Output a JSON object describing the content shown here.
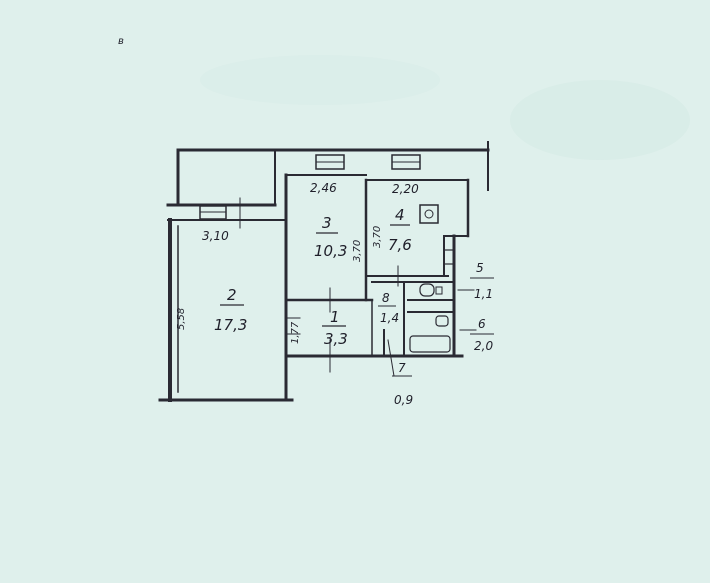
{
  "colors": {
    "paper": "#dff0ec",
    "ink": "#2a2a33"
  },
  "corner_mark": "в",
  "dimensions": {
    "top_left_width": "3,10",
    "room3_width": "2,46",
    "room4_width": "2,20",
    "room2_side": "5,58",
    "room3_side": "3,70",
    "room4_side": "3,70",
    "corridor_side": "1,77"
  },
  "rooms": [
    {
      "number": "1",
      "area": "3,3"
    },
    {
      "number": "2",
      "area": "17,3"
    },
    {
      "number": "3",
      "area": "10,3"
    },
    {
      "number": "4",
      "area": "7,6"
    },
    {
      "number": "5",
      "area": "1,1"
    },
    {
      "number": "6",
      "area": "2,0"
    },
    {
      "number": "7",
      "area": "0,9"
    },
    {
      "number": "8",
      "area": "1,4"
    }
  ]
}
